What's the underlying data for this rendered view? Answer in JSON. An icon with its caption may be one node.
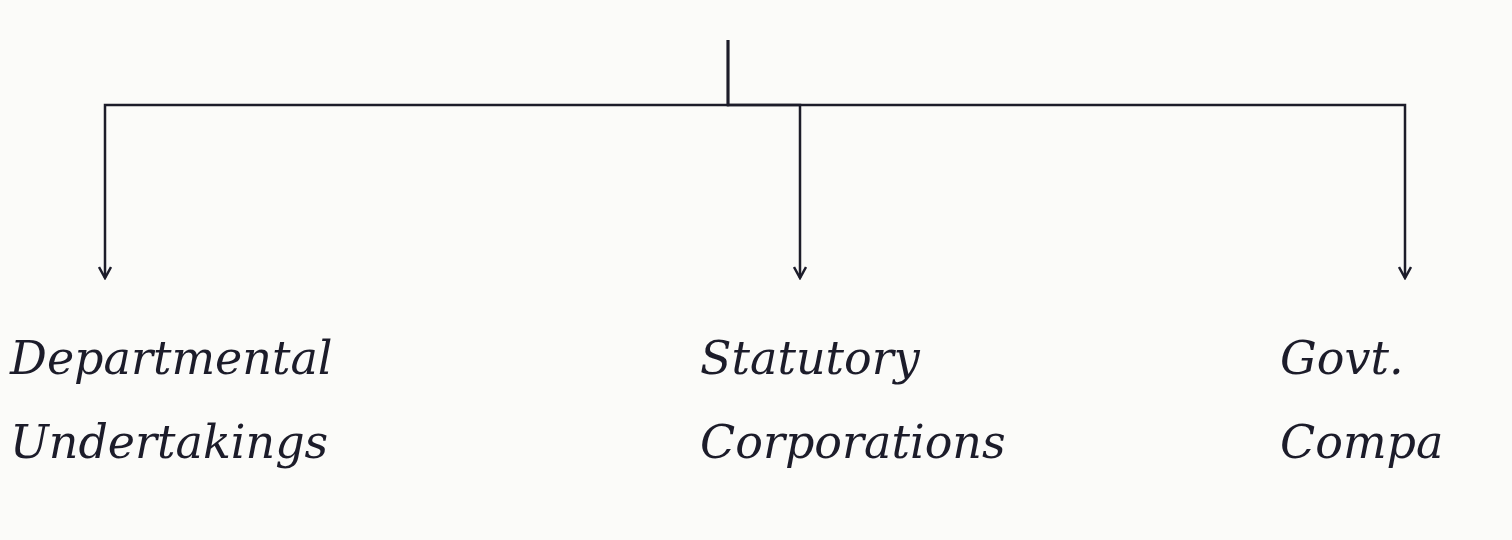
{
  "diagram": {
    "nodes": [
      {
        "text": [
          "Departmental Undertakings"
        ]
      },
      {
        "text": [
          "Statutory Corporations"
        ]
      },
      {
        "text": [
          "Govt. Compa"
        ]
      }
    ],
    "edges": [
      {
        "from": null,
        "to": 0,
        "arrow": "to"
      },
      {
        "from": null,
        "to": 1,
        "arrow": "to"
      },
      {
        "from": null,
        "to": 2,
        "arrow": "to"
      }
    ]
  }
}
